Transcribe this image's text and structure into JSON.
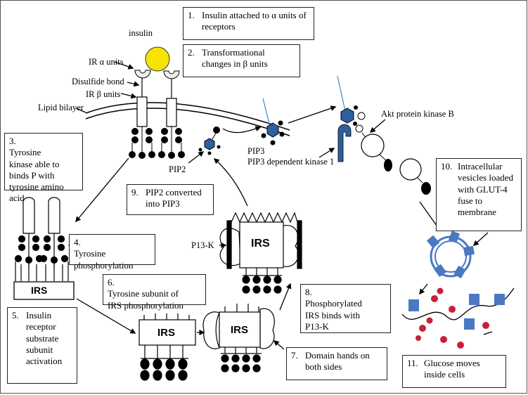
{
  "steps": [
    {
      "num": "1.",
      "text": "Insulin attached to α units of receptors"
    },
    {
      "num": "2.",
      "text": "Transformational changes in β units"
    },
    {
      "num": "3.",
      "text": "Tyrosine kinase able to binds P with tyrosine amino acid"
    },
    {
      "num": "4.",
      "text": "Tyrosine phosphorylation"
    },
    {
      "num": "5.",
      "text": "Insulin receptor substrate subunit activation"
    },
    {
      "num": "6.",
      "text": "Tyrosine subunit of IRS phosphorylation"
    },
    {
      "num": "7.",
      "text": "Domain hands on both sides"
    },
    {
      "num": "8.",
      "text": "Phosphorylated IRS binds with P13-K"
    },
    {
      "num": "9.",
      "text": "PIP2 converted into PIP3"
    },
    {
      "num": "10.",
      "text": "Intracellular vesicles loaded with GLUT-4 fuse to membrane"
    },
    {
      "num": "11.",
      "text": "Glucose moves inside cells"
    }
  ],
  "labels": {
    "insulin": "insulin",
    "ir_alpha": "IR α units",
    "disulfide": "Disulfide bond",
    "ir_beta": "IR β units",
    "lipid": "Lipid bilayer",
    "pip2": "PIP2",
    "pip3": "PIP3",
    "pip3_kinase": "PIP3 dependent kinase 1",
    "akt": "Akt protein kinase B",
    "p13k": "P13-K",
    "irs": "IRS"
  },
  "colors": {
    "insulin": "#f6e400",
    "hexagon": "#2e5f9e",
    "glut4": "#4a78c2",
    "glucose": "#c8203a"
  }
}
